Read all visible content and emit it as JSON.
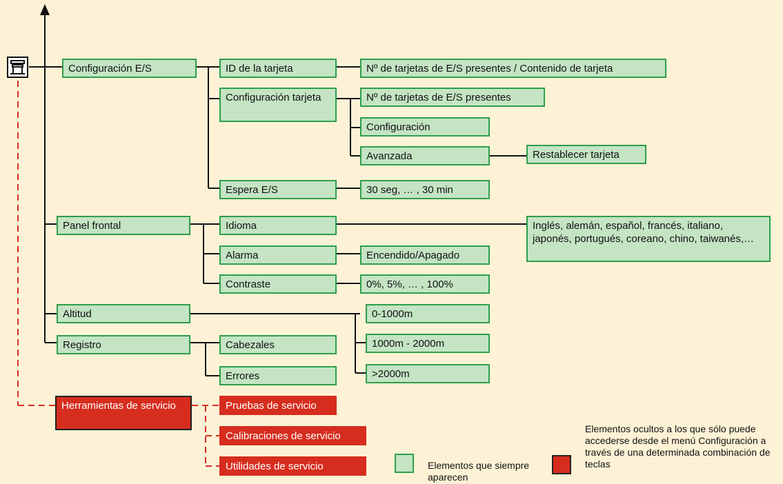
{
  "nodes": {
    "config_es": "Configuración E/S",
    "id_tarjeta": "ID de la tarjeta",
    "num_tarjetas_contenido": "Nº de tarjetas de E/S presentes / Contenido de tarjeta",
    "config_tarjeta": "Configuración tarjeta",
    "num_tarjetas": "Nº de tarjetas de E/S presentes",
    "configuracion": "Configuración",
    "avanzada": "Avanzada",
    "restablecer": "Restablecer tarjeta",
    "espera": "Espera E/S",
    "espera_val": "30 seg, … , 30 min",
    "panel_frontal": "Panel frontal",
    "idioma": "Idioma",
    "idiomas": "Inglés, alemán, español, francés, italiano, japonés, portugués, coreano, chino, taiwanés,…",
    "alarma": "Alarma",
    "encendido": "Encendido/Apagado",
    "contraste": "Contraste",
    "contraste_val": "0%, 5%, … , 100%",
    "altitud": "Altitud",
    "alt1": "0-1000m",
    "alt2": "1000m - 2000m",
    "alt3": ">2000m",
    "registro": "Registro",
    "cabezales": "Cabezales",
    "errores": "Errores",
    "herramientas": "Herramientas de servicio",
    "pruebas": "Pruebas de servicio",
    "calibraciones": "Calibraciones de servicio",
    "utilidades": "Utilidades de servicio"
  },
  "legend": {
    "green_label": "Elementos que siempre aparecen",
    "red_label": "Elementos ocultos a los que sólo puede accederse desde el menú Configuración a través de una determinada combinación de teclas"
  },
  "colors": {
    "green_fill": "#c4e4c4",
    "green_border": "#2e9e4a",
    "red_fill": "#d62d1e",
    "background": "#fdf2d6"
  },
  "icons": {
    "root": "printer-icon"
  }
}
